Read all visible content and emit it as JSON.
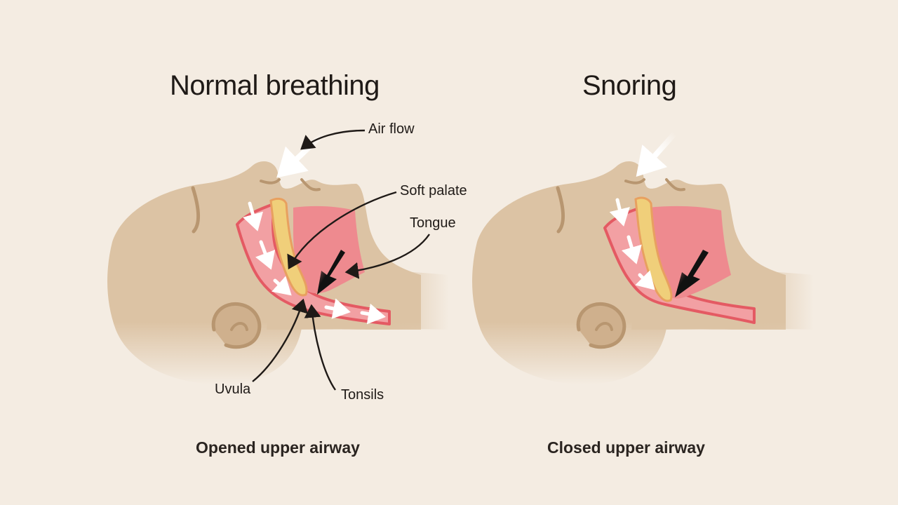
{
  "panels": [
    {
      "title": "Normal breathing",
      "caption": "Opened upper airway",
      "labels": {
        "air_flow": "Air flow",
        "soft_palate": "Soft palate",
        "tongue": "Tongue",
        "uvula": "Uvula",
        "tonsils": "Tonsils"
      }
    },
    {
      "title": "Snoring",
      "caption": "Closed upper airway"
    }
  ],
  "colors": {
    "background": "#f4ece2",
    "skin": "#dcc3a4",
    "skin_shadow": "#c9ab88",
    "airway": "#f2a0a3",
    "airway_outline": "#e45a63",
    "tongue": "#ee8a8f",
    "soft_palate": "#f0cf7a",
    "arrow_dark": "#111111",
    "arrow_light": "#ffffff"
  },
  "icons": [
    "airflow-arrow-icon",
    "tongue-push-arrow-icon",
    "leader-arrow-icon"
  ]
}
